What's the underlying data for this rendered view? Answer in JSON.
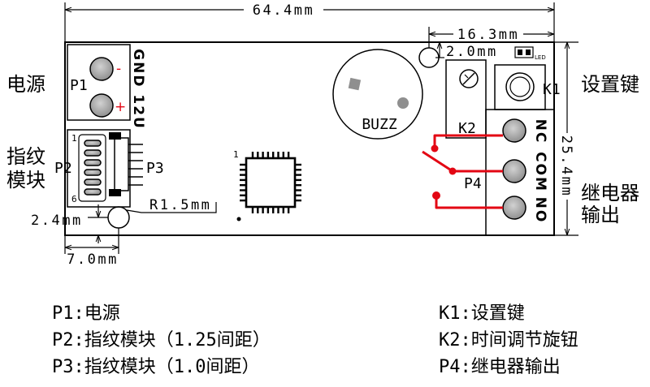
{
  "dimensions": {
    "overall_length": "64.4mm",
    "relay_offset": "16.3mm",
    "hole_top_offset": "2.0mm",
    "board_height": "25.4mm",
    "hole_radius": "R1.5mm",
    "hole_bottom_offset": "2.4mm",
    "hole_left_offset": "7.0mm"
  },
  "side_labels": {
    "power": "电源",
    "fingerprint_line1": "指纹",
    "fingerprint_line2": "模块",
    "setting_key": "设置键",
    "relay_line1": "继电器",
    "relay_line2": "输出"
  },
  "components": {
    "p1": {
      "label": "P1",
      "silk": "GND 12U",
      "minus": "-",
      "plus": "+"
    },
    "p2": {
      "label": "P2",
      "pin_first": "1",
      "pin_last": "6"
    },
    "p3": {
      "label": "P3"
    },
    "p4": {
      "label": "P4"
    },
    "k1": {
      "label": "K1"
    },
    "k2": {
      "label": "K2"
    },
    "buzzer": {
      "label": "BUZZ"
    },
    "led": {
      "label": "LED"
    },
    "mcu": {
      "pin1": "1"
    },
    "relay_terminals": [
      "NC",
      "COM",
      "NO"
    ]
  },
  "legend": {
    "left": [
      "P1:电源",
      "P2:指纹模块（1.25间距）",
      "P3:指纹模块（1.0间距）"
    ],
    "right": [
      "K1:设置键",
      "K2:时间调节旋钮",
      "P4:继电器输出"
    ]
  },
  "colors": {
    "wire": "#e30613",
    "pad": "#8f8f8f",
    "outline": "#000000",
    "background": "#ffffff"
  }
}
